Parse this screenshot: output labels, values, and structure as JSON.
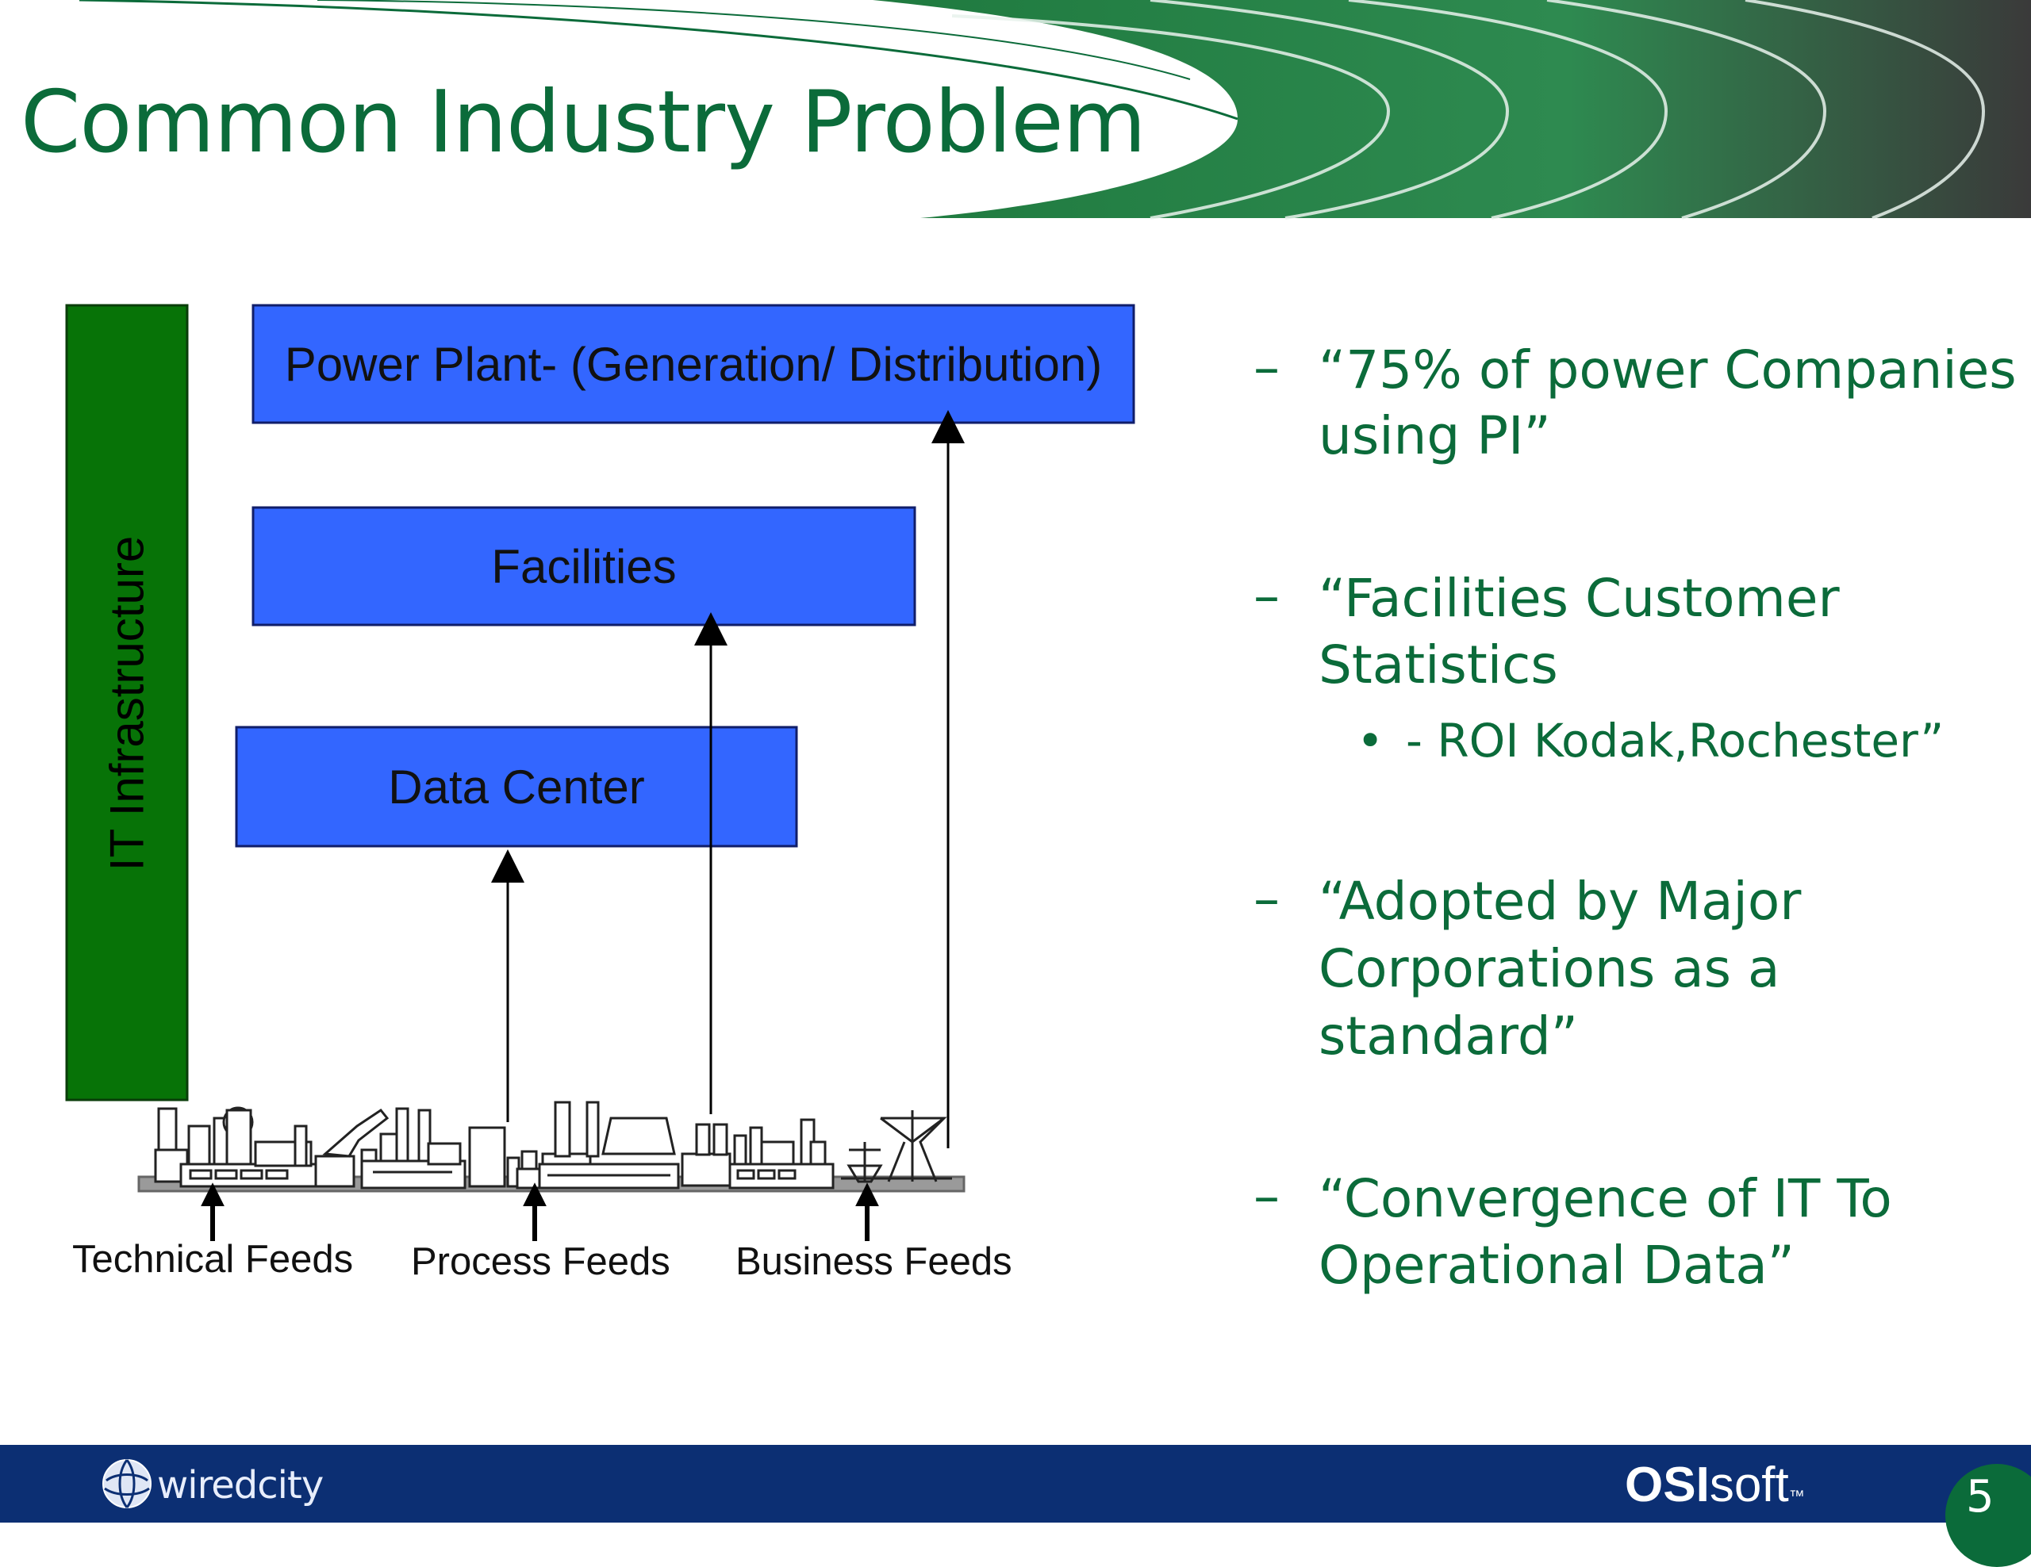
{
  "slide": {
    "title": "Common Industry Problem",
    "page_number": "5"
  },
  "diagram": {
    "side_bar_label": "IT Infrastructure",
    "boxes": {
      "power_plant": "Power Plant- (Generation/ Distribution)",
      "facilities": "Facilities",
      "data_center": "Data Center"
    },
    "feeds": {
      "technical": "Technical Feeds",
      "process": "Process Feeds",
      "business": "Business Feeds"
    }
  },
  "bullets": {
    "b1_line1": "“75% of power Companies",
    "b1_line2": "using PI”",
    "b2_line1": "“Facilities Customer",
    "b2_line2": "Statistics",
    "b2_sub": "- ROI Kodak,Rochester”",
    "b3_line1": "“Adopted by Major",
    "b3_line2": "Corporations as a",
    "b3_line3": "standard”",
    "b4_line1": "“Convergence of IT To",
    "b4_line2": "Operational Data”",
    "dash": "–",
    "sub_marker": "•"
  },
  "footer": {
    "left_logo_text": "wiredcity",
    "right_logo_bold": "OSI",
    "right_logo_light": "soft",
    "right_logo_tm": "™"
  },
  "colors": {
    "title_green": "#0b6b3a",
    "box_blue": "#3366ff",
    "bar_green": "#077307",
    "footer_blue": "#0c2f73"
  }
}
